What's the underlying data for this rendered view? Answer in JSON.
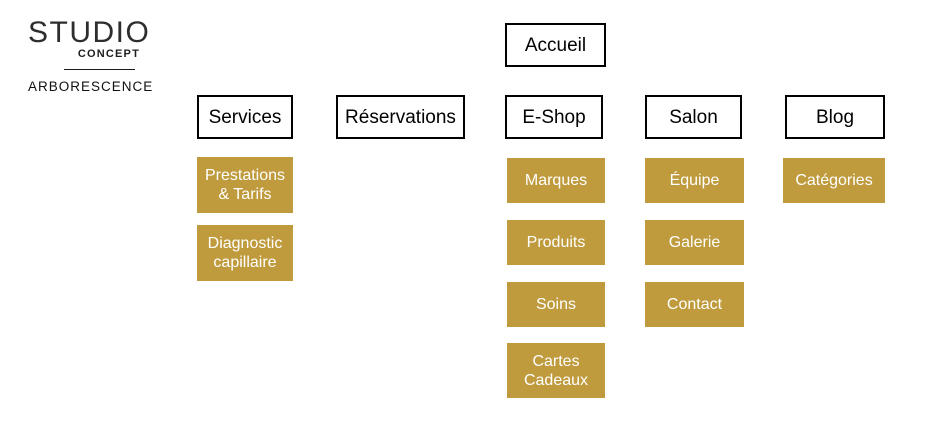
{
  "logo": {
    "brand_top": "STUDIO",
    "brand_sub": "CONCEPT",
    "caption": "ARBORESCENCE"
  },
  "sitemap": {
    "root": {
      "label": "Accueil"
    },
    "sections": [
      {
        "label": "Services",
        "children": [
          {
            "label": "Prestations & Tarifs"
          },
          {
            "label": "Diagnostic capillaire"
          }
        ]
      },
      {
        "label": "Réservations",
        "children": []
      },
      {
        "label": "E-Shop",
        "children": [
          {
            "label": "Marques"
          },
          {
            "label": "Produits"
          },
          {
            "label": "Soins"
          },
          {
            "label": "Cartes Cadeaux"
          }
        ]
      },
      {
        "label": "Salon",
        "children": [
          {
            "label": "Équipe"
          },
          {
            "label": "Galerie"
          },
          {
            "label": "Contact"
          }
        ]
      },
      {
        "label": "Blog",
        "children": [
          {
            "label": "Catégories"
          }
        ]
      }
    ]
  },
  "colors": {
    "accent_gold": "#BF9B3D",
    "node_border": "#000000",
    "child_text_color": "#FFFFFF",
    "text_color": "#000000",
    "canvas_bg": "#FFFFFF"
  }
}
